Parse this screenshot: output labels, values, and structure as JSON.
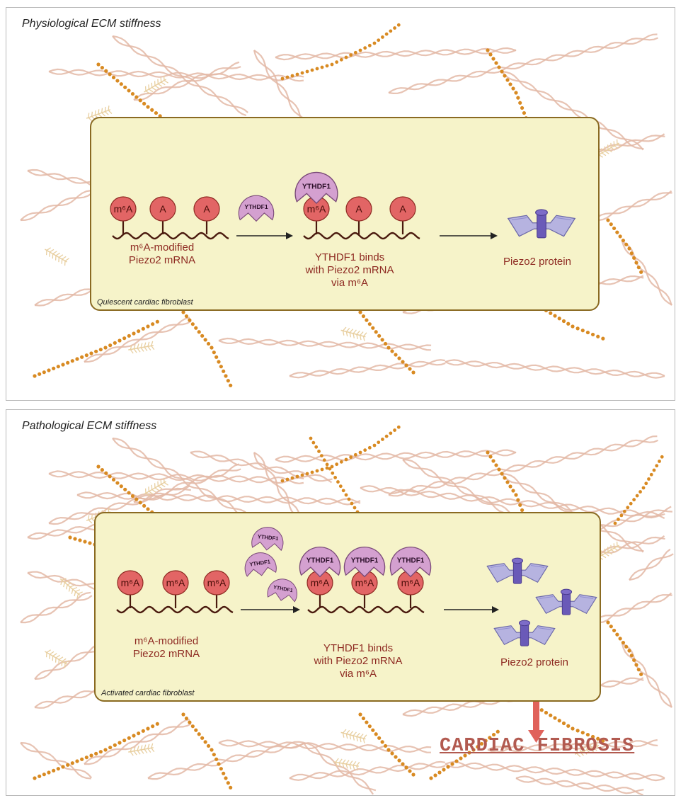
{
  "colors": {
    "rna": "#4a1a0e",
    "node": "#e26565",
    "node_edge": "#8e2a22",
    "ythdf1": "#d4a0d0",
    "ythdf1_edge": "#7a4a78",
    "piezo": "#b6b3e0",
    "piezo_core": "#6a5ab8",
    "cell_fill": "#f6f3c9",
    "cell_border": "#8a6a22",
    "collagen": "#e3b9a6",
    "bead": "#d88a22",
    "fibrosis": "#b25a50"
  },
  "top": {
    "title": "Physiological ECM stiffness",
    "cell_label": "Quiescent cardiac fibroblast",
    "nodes": [
      "m⁶A",
      "A",
      "A"
    ],
    "label1": [
      "m⁶A-modified",
      "Piezo2 mRNA"
    ],
    "free_protein": "YTHDF1",
    "bound_proteins": [
      "YTHDF1"
    ],
    "label2": [
      "YTHDF1 binds",
      "with Piezo2 mRNA",
      "via m⁶A"
    ],
    "label3": "Piezo2 protein"
  },
  "bottom": {
    "title": "Pathological ECM stiffness",
    "cell_label": "Activated cardiac fibroblast",
    "nodes": [
      "m⁶A",
      "m⁶A",
      "m⁶A"
    ],
    "label1": [
      "m⁶A-modified",
      "Piezo2 mRNA"
    ],
    "free_proteins": [
      "YTHDF1",
      "YTHDF1",
      "YTHDF1"
    ],
    "bound_proteins": [
      "YTHDF1",
      "YTHDF1",
      "YTHDF1"
    ],
    "bound_nodes": [
      "m⁶A",
      "m⁶A",
      "m⁶A"
    ],
    "label2": [
      "YTHDF1 binds",
      "with Piezo2 mRNA",
      "via m⁶A"
    ],
    "label3": "Piezo2 protein",
    "outcome": "CARDIAC FIBROSIS"
  }
}
